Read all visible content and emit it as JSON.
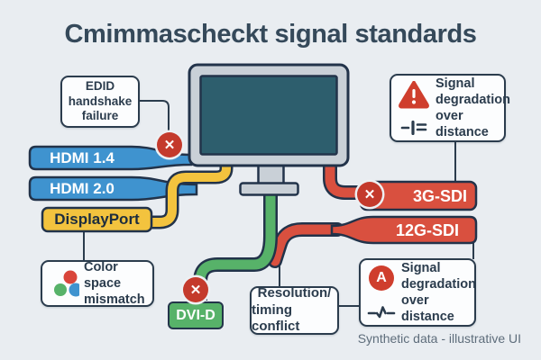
{
  "title": "Cmimmascheckt signal standards",
  "footer_note": "Synthetic data - illustrative UI",
  "cables": {
    "hdmi14": {
      "label": "HDMI 1.4",
      "color": "#3f93cf",
      "status_icon": "error-x-badge"
    },
    "hdmi20": {
      "label": "HDMI 2.0",
      "color": "#3f93cf"
    },
    "displayport": {
      "label": "DisplayPort",
      "color": "#f3c33e"
    },
    "dvid": {
      "label": "DVI-D",
      "color": "#57b269",
      "status_icon": "error-x-badge"
    },
    "sdi3g": {
      "label": "3G-SDI",
      "color": "#d9503f",
      "status_icon": "error-x-badge"
    },
    "sdi12g": {
      "label": "12G-SDI",
      "color": "#d9503f"
    }
  },
  "callouts": {
    "edid": {
      "lines": [
        "EDID",
        "handshake",
        "failure"
      ]
    },
    "color_space": {
      "lines": [
        "Color space",
        "mismatch"
      ],
      "icon": "rgb-dots-icon"
    },
    "resolution": {
      "lines": [
        "Resolution/",
        "timing conflict"
      ]
    },
    "signal_top": {
      "lines": [
        "Signal",
        "degradation",
        "over distance"
      ],
      "icons": [
        "warning-triangle-icon",
        "signal-waveform-icon"
      ]
    },
    "signal_bottom": {
      "lines": [
        "Signal",
        "degradation",
        "over distance"
      ],
      "icons": [
        "letter-a-badge-icon",
        "signal-pulse-icon"
      ]
    }
  },
  "glyphs": {
    "error_x": "✕",
    "letter_a": "A"
  },
  "colors": {
    "background": "#e9edf1",
    "ink": "#2b3c4d",
    "outline": "#22334a",
    "error_badge": "#c43a2c",
    "red": "#d9503f",
    "blue": "#3f93cf",
    "yellow": "#f3c33e",
    "green": "#57b269",
    "bezel": "#c9d0d7",
    "screen": "#2d5e6d"
  }
}
